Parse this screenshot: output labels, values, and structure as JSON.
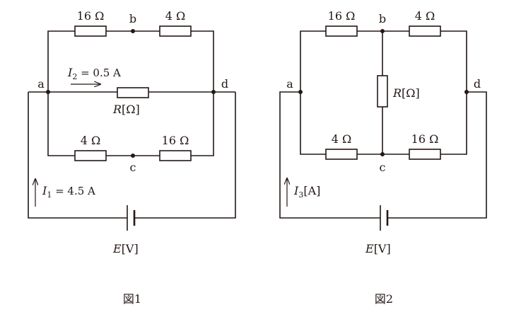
{
  "figure1": {
    "caption": "図1",
    "resistor_top_left": "16 Ω",
    "resistor_top_right": "4 Ω",
    "resistor_bottom_left": "4 Ω",
    "resistor_bottom_right": "16 Ω",
    "resistor_middle_symbol": "R",
    "resistor_middle_unit": "[Ω]",
    "node_a": "a",
    "node_b": "b",
    "node_c": "c",
    "node_d": "d",
    "current_i2_symbol": "I",
    "current_i2_sub": "2",
    "current_i2_value": " = 0.5 A",
    "current_i1_symbol": "I",
    "current_i1_sub": "1",
    "current_i1_value": " = 4.5 A",
    "source_symbol": "E",
    "source_unit": "[V]"
  },
  "figure2": {
    "caption": "図2",
    "resistor_top_left": "16 Ω",
    "resistor_top_right": "4 Ω",
    "resistor_bottom_left": "4 Ω",
    "resistor_bottom_right": "16 Ω",
    "resistor_bridge_symbol": "R",
    "resistor_bridge_unit": "[Ω]",
    "node_a": "a",
    "node_b": "b",
    "node_c": "c",
    "node_d": "d",
    "current_i3_symbol": "I",
    "current_i3_sub": "3",
    "current_i3_unit": "[A]",
    "source_symbol": "E",
    "source_unit": "[V]"
  }
}
